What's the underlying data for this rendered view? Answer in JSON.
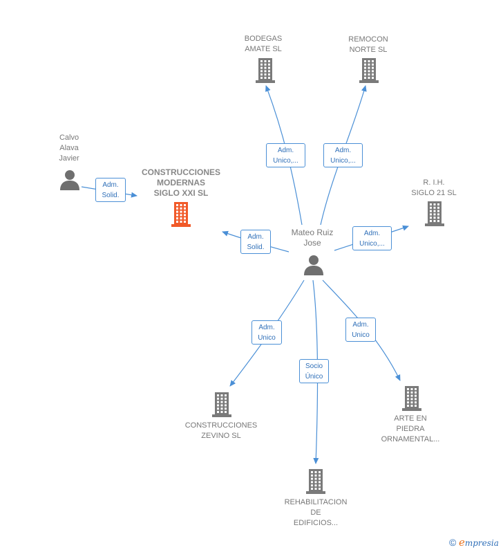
{
  "colors": {
    "edge": "#4a8fd6",
    "company_icon": "#7a7a7a",
    "main_company_icon": "#f15a29",
    "person_icon": "#6f6f6f"
  },
  "nodes": {
    "bodegas": {
      "lines": [
        "BODEGAS",
        "AMATE  SL"
      ],
      "icon": "building-icon"
    },
    "remocon": {
      "lines": [
        "REMOCON",
        "NORTE  SL"
      ],
      "icon": "building-icon"
    },
    "calvo": {
      "lines": [
        "Calvo",
        "Alava",
        "Javier"
      ],
      "icon": "person-icon"
    },
    "construcciones_modernas": {
      "lines": [
        "CONSTRUCCIONES",
        "MODERNAS",
        "SIGLO XXI  SL"
      ],
      "icon": "building-icon"
    },
    "rih": {
      "lines": [
        "R. I.H.",
        "SIGLO 21  SL"
      ],
      "icon": "building-icon"
    },
    "mateo": {
      "lines": [
        "Mateo Ruiz",
        "Jose"
      ],
      "icon": "person-icon"
    },
    "zevino": {
      "lines": [
        "CONSTRUCCIONES",
        "ZEVINO SL"
      ],
      "icon": "building-icon"
    },
    "arte": {
      "lines": [
        "ARTE EN",
        "PIEDRA",
        "ORNAMENTAL..."
      ],
      "icon": "building-icon"
    },
    "rehabilitacion": {
      "lines": [
        "REHABILITACION",
        "DE",
        "EDIFICIOS..."
      ],
      "icon": "building-icon"
    }
  },
  "edges": {
    "bodegas": [
      "Adm.",
      "Unico,..."
    ],
    "remocon": [
      "Adm.",
      "Unico,..."
    ],
    "calvo": [
      "Adm.",
      "Solid."
    ],
    "construcciones_modernas": [
      "Adm.",
      "Solid."
    ],
    "rih": [
      "Adm.",
      "Unico,..."
    ],
    "zevino": [
      "Adm.",
      "Unico"
    ],
    "rehabilitacion": [
      "Socio",
      "Único"
    ],
    "arte": [
      "Adm.",
      "Unico"
    ]
  },
  "watermark": {
    "copyright": "©",
    "brand_initial": "e",
    "brand_rest": "mpresia"
  }
}
